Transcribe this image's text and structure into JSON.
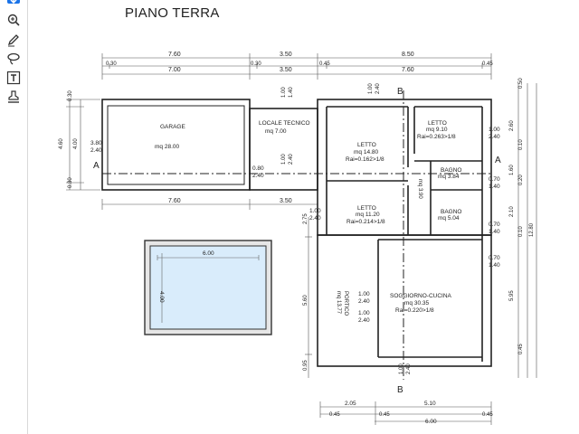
{
  "toolbar": {
    "tools": [
      {
        "name": "select",
        "icon": "select-tool-icon"
      },
      {
        "name": "zoom",
        "icon": "zoom-icon"
      },
      {
        "name": "pen",
        "icon": "pen-icon"
      },
      {
        "name": "lasso",
        "icon": "lasso-icon"
      },
      {
        "name": "text",
        "icon": "text-box-icon"
      },
      {
        "name": "stamp",
        "icon": "stamp-icon"
      }
    ],
    "accent": "#1a73e8"
  },
  "plan": {
    "title": "PIANO TERRA",
    "top_dims_row1": [
      "7.60",
      "3.50",
      "8.50"
    ],
    "top_dims_row2": [
      "0.30",
      "0.30",
      "0.45",
      "0.45"
    ],
    "top_dims_row3": [
      "7.00",
      "3.50",
      "7.60"
    ],
    "section_marks": {
      "a": "A",
      "b": "B"
    },
    "rooms": {
      "garage": {
        "name": "GARAGE",
        "area": "mq  28.00",
        "win_a": "3.80",
        "win_b": "2.40",
        "door_a": "0.80",
        "door_b": "2.40"
      },
      "locale": {
        "name": "LOCALE  TECNICO",
        "area": "mq  7.00",
        "vert_a": "1.00",
        "vert_b": "1.40",
        "vert_c": "1.00",
        "vert_d": "2.40"
      },
      "letto1": {
        "name": "LETTO",
        "area": "mq  14.80",
        "rai": "Rai=0.162>1/8",
        "vert_a": "1.00",
        "vert_b": "2.40"
      },
      "letto2": {
        "name": "LETTO",
        "area": "mq  9.10",
        "rai": "Rai=0.263>1/8",
        "win_a": "1.00",
        "win_b": "2.40"
      },
      "bagno1": {
        "name": "BAGNO",
        "area": "mq  3.84",
        "win_a": "0.70",
        "win_b": "1.40"
      },
      "corridor": {
        "area": "mq  3.90"
      },
      "letto3": {
        "name": "LETTO",
        "area": "mq  11.20",
        "rai": "Rai=0.214>1/8",
        "win_a": "1.00",
        "win_b": "2.40"
      },
      "bagno2": {
        "name": "BAGNO",
        "area": "mq  5.04",
        "win_a": "0.70",
        "win_b": "1.40"
      },
      "soggiorno": {
        "name": "SOGGIORNO-CUCINA",
        "area": "mq  30.35",
        "rai": "Rai=0.220>1/8",
        "win_a": "0.70",
        "win_b": "1.40",
        "door_a": "1.00",
        "door_b": "2.40",
        "door_c": "1.00",
        "door_d": "2.40",
        "bottom_a": "1.00",
        "bottom_b": "2.40"
      },
      "portico": {
        "name": "PORTICO",
        "area": "mq  13.77"
      }
    },
    "left_dims": {
      "a": "0.30",
      "b": "4.60",
      "c": "4.00",
      "d": "0.30"
    },
    "under_garage": [
      "7.60",
      "3.50"
    ],
    "mid_dims": {
      "a": "2.75",
      "b": "5.60",
      "c": "0.95"
    },
    "right_dims": [
      "0.50",
      "2.60",
      "0.10",
      "1.60",
      "0.20",
      "2.10",
      "0.10",
      "5.95",
      "0.45",
      "12.80"
    ],
    "pool": {
      "width": "6.00",
      "height": "4.00"
    },
    "bottom_dims": {
      "row1": [
        "2.05",
        "5.10"
      ],
      "row2": [
        "0.45",
        "0.45",
        "0.45"
      ],
      "row3": "6.00"
    }
  }
}
